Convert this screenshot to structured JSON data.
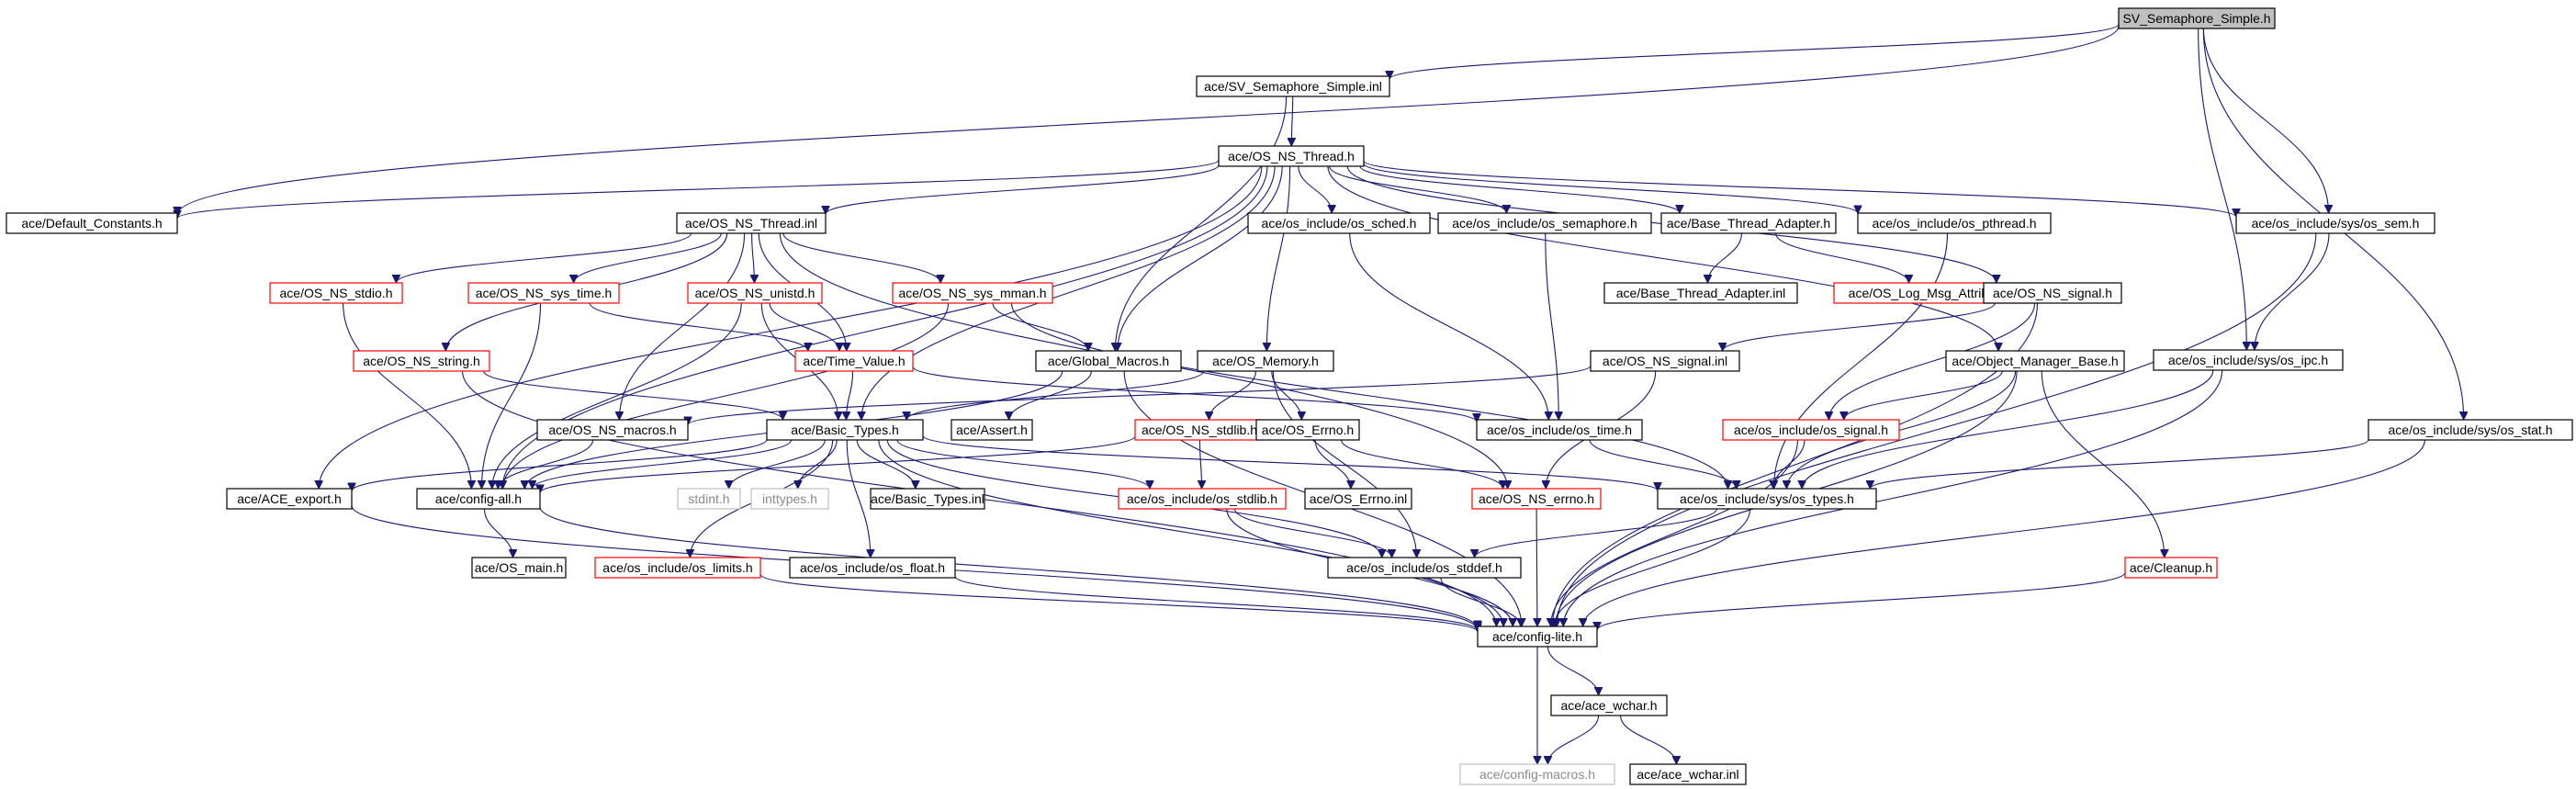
{
  "graph": {
    "title": "",
    "nodes": [
      {
        "id": "n0",
        "label": "SV_Semaphore_Simple.h",
        "style": "root"
      },
      {
        "id": "n1",
        "label": "ace/SV_Semaphore_Simple.inl",
        "style": "black"
      },
      {
        "id": "n2",
        "label": "ace/Default_Constants.h",
        "style": "black"
      },
      {
        "id": "n3",
        "label": "ace/os_include/sys/os_sem.h",
        "style": "black"
      },
      {
        "id": "n4",
        "label": "ace/os_include/sys/os_ipc.h",
        "style": "black"
      },
      {
        "id": "n5",
        "label": "ace/os_include/sys/os_stat.h",
        "style": "black"
      },
      {
        "id": "n6",
        "label": "ace/OS_NS_Thread.h",
        "style": "black"
      },
      {
        "id": "n7",
        "label": "ace/Global_Macros.h",
        "style": "black"
      },
      {
        "id": "n8",
        "label": "ace/OS_NS_Thread.inl",
        "style": "black"
      },
      {
        "id": "n9",
        "label": "ace/os_include/os_sched.h",
        "style": "black"
      },
      {
        "id": "n10",
        "label": "ace/os_include/os_semaphore.h",
        "style": "black"
      },
      {
        "id": "n11",
        "label": "ace/Base_Thread_Adapter.h",
        "style": "black"
      },
      {
        "id": "n12",
        "label": "ace/os_include/os_pthread.h",
        "style": "black"
      },
      {
        "id": "n13",
        "label": "ace/OS_NS_stdio.h",
        "style": "red"
      },
      {
        "id": "n14",
        "label": "ace/OS_NS_sys_time.h",
        "style": "red"
      },
      {
        "id": "n15",
        "label": "ace/OS_NS_unistd.h",
        "style": "red"
      },
      {
        "id": "n16",
        "label": "ace/OS_NS_sys_mman.h",
        "style": "red"
      },
      {
        "id": "n17",
        "label": "ace/Base_Thread_Adapter.inl",
        "style": "black"
      },
      {
        "id": "n18",
        "label": "ace/OS_Log_Msg_Attributes.h",
        "style": "red"
      },
      {
        "id": "n19",
        "label": "ace/OS_NS_signal.h",
        "style": "black"
      },
      {
        "id": "n20",
        "label": "ace/OS_NS_string.h",
        "style": "red"
      },
      {
        "id": "n21",
        "label": "ace/Time_Value.h",
        "style": "red"
      },
      {
        "id": "n22",
        "label": "ace/OS_Memory.h",
        "style": "black"
      },
      {
        "id": "n23",
        "label": "ace/OS_NS_signal.inl",
        "style": "black"
      },
      {
        "id": "n24",
        "label": "ace/Object_Manager_Base.h",
        "style": "black"
      },
      {
        "id": "n25",
        "label": "ace/OS_NS_macros.h",
        "style": "black"
      },
      {
        "id": "n26",
        "label": "ace/Basic_Types.h",
        "style": "black"
      },
      {
        "id": "n27",
        "label": "ace/Assert.h",
        "style": "black"
      },
      {
        "id": "n28",
        "label": "ace/OS_NS_stdlib.h",
        "style": "red"
      },
      {
        "id": "n29",
        "label": "ace/OS_Errno.h",
        "style": "black"
      },
      {
        "id": "n30",
        "label": "ace/os_include/os_time.h",
        "style": "black"
      },
      {
        "id": "n31",
        "label": "ace/os_include/os_signal.h",
        "style": "red"
      },
      {
        "id": "n32",
        "label": "ace/ACE_export.h",
        "style": "black"
      },
      {
        "id": "n33",
        "label": "ace/config-all.h",
        "style": "black"
      },
      {
        "id": "n34",
        "label": "stdint.h",
        "style": "grey"
      },
      {
        "id": "n35",
        "label": "inttypes.h",
        "style": "grey"
      },
      {
        "id": "n36",
        "label": "ace/Basic_Types.inl",
        "style": "black"
      },
      {
        "id": "n37",
        "label": "ace/os_include/os_stdlib.h",
        "style": "red"
      },
      {
        "id": "n38",
        "label": "ace/OS_Errno.inl",
        "style": "black"
      },
      {
        "id": "n39",
        "label": "ace/OS_NS_errno.h",
        "style": "red"
      },
      {
        "id": "n40",
        "label": "ace/os_include/sys/os_types.h",
        "style": "black"
      },
      {
        "id": "n41",
        "label": "ace/OS_main.h",
        "style": "black"
      },
      {
        "id": "n42",
        "label": "ace/os_include/os_limits.h",
        "style": "red"
      },
      {
        "id": "n43",
        "label": "ace/os_include/os_float.h",
        "style": "black"
      },
      {
        "id": "n44",
        "label": "ace/os_include/os_stddef.h",
        "style": "black"
      },
      {
        "id": "n45",
        "label": "ace/Cleanup.h",
        "style": "red"
      },
      {
        "id": "n46",
        "label": "ace/config-lite.h",
        "style": "black"
      },
      {
        "id": "n47",
        "label": "ace/ace_wchar.h",
        "style": "black"
      },
      {
        "id": "n48",
        "label": "ace/config-macros.h",
        "style": "grey"
      },
      {
        "id": "n49",
        "label": "ace/ace_wchar.inl",
        "style": "black"
      }
    ],
    "edges": [
      [
        "n0",
        "n1"
      ],
      [
        "n0",
        "n2"
      ],
      [
        "n0",
        "n3"
      ],
      [
        "n0",
        "n4"
      ],
      [
        "n0",
        "n5"
      ],
      [
        "n1",
        "n6"
      ],
      [
        "n1",
        "n7"
      ],
      [
        "n6",
        "n2"
      ],
      [
        "n6",
        "n8"
      ],
      [
        "n6",
        "n9"
      ],
      [
        "n6",
        "n10"
      ],
      [
        "n6",
        "n11"
      ],
      [
        "n6",
        "n12"
      ],
      [
        "n6",
        "n3"
      ],
      [
        "n6",
        "n7"
      ],
      [
        "n6",
        "n22"
      ],
      [
        "n6",
        "n19"
      ],
      [
        "n6",
        "n24"
      ],
      [
        "n6",
        "n26"
      ],
      [
        "n6",
        "n32"
      ],
      [
        "n6",
        "n33"
      ],
      [
        "n8",
        "n13"
      ],
      [
        "n8",
        "n14"
      ],
      [
        "n8",
        "n15"
      ],
      [
        "n8",
        "n16"
      ],
      [
        "n8",
        "n20"
      ],
      [
        "n8",
        "n21"
      ],
      [
        "n8",
        "n25"
      ],
      [
        "n8",
        "n39"
      ],
      [
        "n11",
        "n17"
      ],
      [
        "n11",
        "n18"
      ],
      [
        "n12",
        "n40"
      ],
      [
        "n10",
        "n30"
      ],
      [
        "n9",
        "n30"
      ],
      [
        "n3",
        "n4"
      ],
      [
        "n3",
        "n46"
      ],
      [
        "n4",
        "n40"
      ],
      [
        "n4",
        "n46"
      ],
      [
        "n5",
        "n40"
      ],
      [
        "n5",
        "n46"
      ],
      [
        "n13",
        "n33"
      ],
      [
        "n14",
        "n33"
      ],
      [
        "n14",
        "n21"
      ],
      [
        "n15",
        "n33"
      ],
      [
        "n15",
        "n21"
      ],
      [
        "n15",
        "n26"
      ],
      [
        "n16",
        "n7"
      ],
      [
        "n16",
        "n40"
      ],
      [
        "n16",
        "n33"
      ],
      [
        "n20",
        "n26"
      ],
      [
        "n20",
        "n46"
      ],
      [
        "n21",
        "n26"
      ],
      [
        "n21",
        "n30"
      ],
      [
        "n7",
        "n27"
      ],
      [
        "n7",
        "n46"
      ],
      [
        "n7",
        "n33"
      ],
      [
        "n22",
        "n28"
      ],
      [
        "n22",
        "n29"
      ],
      [
        "n22",
        "n44"
      ],
      [
        "n22",
        "n26"
      ],
      [
        "n19",
        "n23"
      ],
      [
        "n19",
        "n31"
      ],
      [
        "n19",
        "n46"
      ],
      [
        "n23",
        "n25"
      ],
      [
        "n23",
        "n39"
      ],
      [
        "n24",
        "n31"
      ],
      [
        "n24",
        "n40"
      ],
      [
        "n24",
        "n45"
      ],
      [
        "n24",
        "n46"
      ],
      [
        "n25",
        "n33"
      ],
      [
        "n26",
        "n32"
      ],
      [
        "n26",
        "n33"
      ],
      [
        "n26",
        "n34"
      ],
      [
        "n26",
        "n35"
      ],
      [
        "n26",
        "n36"
      ],
      [
        "n26",
        "n37"
      ],
      [
        "n26",
        "n40"
      ],
      [
        "n26",
        "n42"
      ],
      [
        "n26",
        "n43"
      ],
      [
        "n26",
        "n44"
      ],
      [
        "n26",
        "n46"
      ],
      [
        "n28",
        "n37"
      ],
      [
        "n28",
        "n33"
      ],
      [
        "n29",
        "n38"
      ],
      [
        "n29",
        "n39"
      ],
      [
        "n30",
        "n40"
      ],
      [
        "n31",
        "n40"
      ],
      [
        "n31",
        "n46"
      ],
      [
        "n32",
        "n46"
      ],
      [
        "n33",
        "n41"
      ],
      [
        "n33",
        "n46"
      ],
      [
        "n37",
        "n44"
      ],
      [
        "n37",
        "n46"
      ],
      [
        "n39",
        "n46"
      ],
      [
        "n40",
        "n44"
      ],
      [
        "n40",
        "n46"
      ],
      [
        "n42",
        "n46"
      ],
      [
        "n43",
        "n46"
      ],
      [
        "n44",
        "n46"
      ],
      [
        "n45",
        "n46"
      ],
      [
        "n46",
        "n47"
      ],
      [
        "n46",
        "n48"
      ],
      [
        "n47",
        "n48"
      ],
      [
        "n47",
        "n49"
      ]
    ]
  }
}
